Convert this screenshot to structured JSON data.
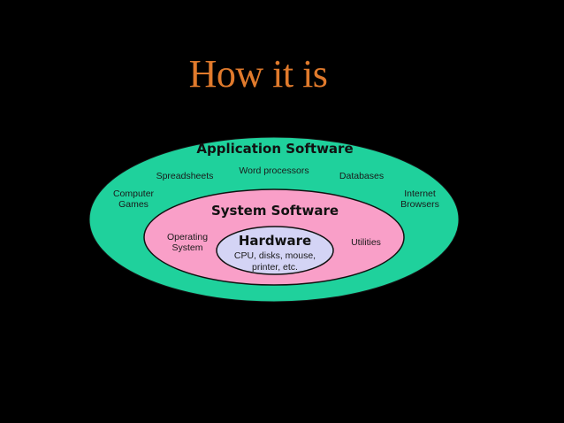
{
  "title": "How it is",
  "colors": {
    "background": "#000000",
    "title": "#e07a2c",
    "application_layer": "#1fd19c",
    "system_layer": "#f99fc8",
    "hardware_layer": "#d4d4f5",
    "outline": "#111111"
  },
  "layers": {
    "application": {
      "heading": "Application Software",
      "items": {
        "spreadsheets": "Spreadsheets",
        "word_processors": "Word processors",
        "databases": "Databases",
        "computer_games": [
          "Computer",
          "Games"
        ],
        "internet_browsers": [
          "Internet",
          "Browsers"
        ]
      }
    },
    "system": {
      "heading": "System Software",
      "items": {
        "operating_system": [
          "Operating",
          "System"
        ],
        "utilities": "Utilities"
      }
    },
    "hardware": {
      "heading": "Hardware",
      "description": [
        "CPU, disks, mouse,",
        "printer, etc."
      ]
    }
  }
}
